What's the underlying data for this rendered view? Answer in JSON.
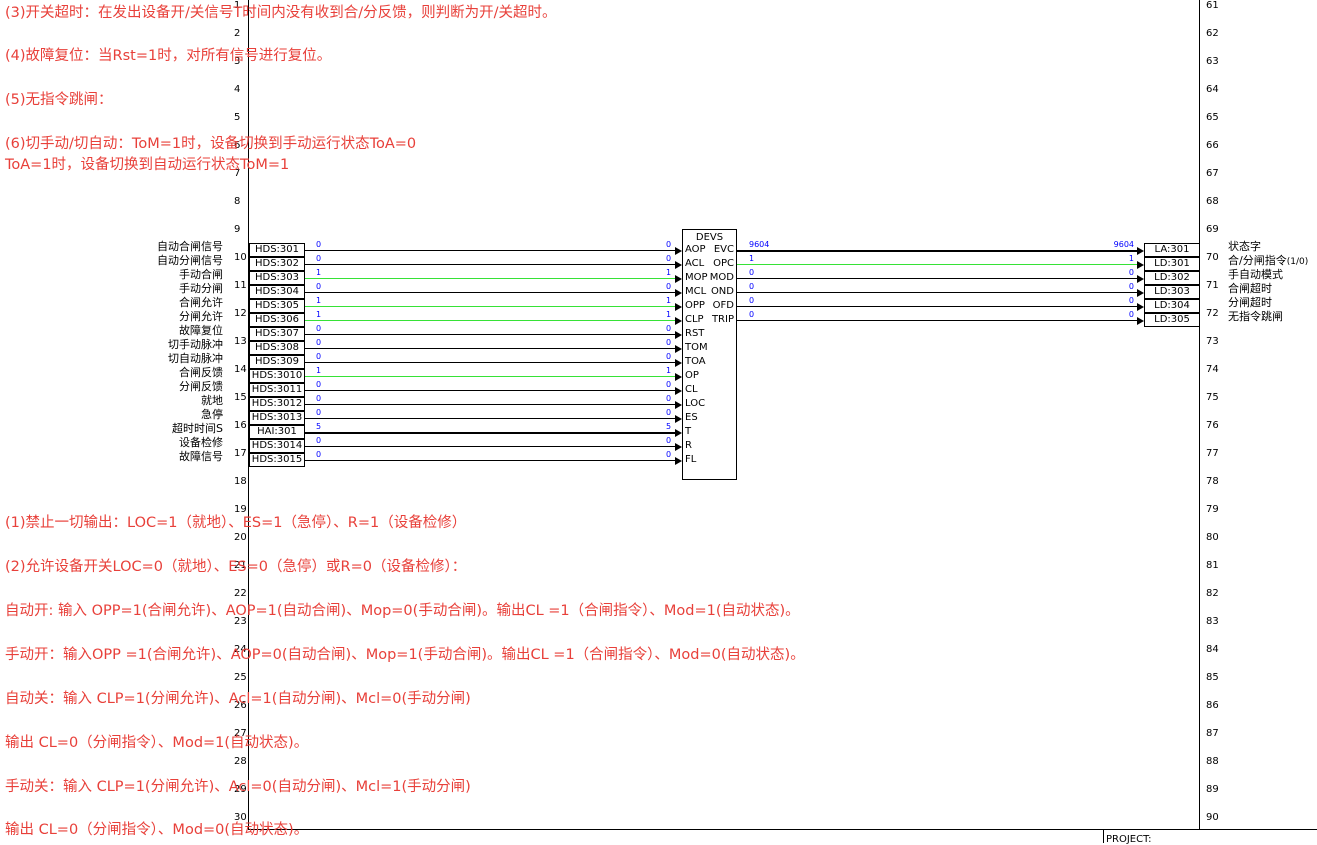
{
  "notes_top": [
    "(3)开关超时：在发出设备开/关信号T时间内没有收到合/分反馈，则判断为开/关超时。",
    "(4)故障复位：当Rst=1时，对所有信号进行复位。",
    "(5)无指令跳闸：",
    "(6)切手动/切自动：ToM=1时，设备切换到手动运行状态ToA=0",
    "ToA=1时，设备切换到自动运行状态ToM=1"
  ],
  "notes_bottom": [
    "(1)禁止一切输出：LOC=1（就地）、ES=1（急停）、R=1（设备检修）",
    "(2)允许设备开关LOC=0（就地）、ES=0（急停）或R=0（设备检修）：",
    "自动开: 输入 OPP=1(合闸允许)、AOP=1(自动合闸)、Mop=0(手动合闸)。输出CL =1（合闸指令）、Mod=1(自动状态)。",
    "手动开：输入OPP =1(合闸允许)、AOP=0(自动合闸)、Mop=1(手动合闸)。输出CL =1（合闸指令）、Mod=0(自动状态)。",
    "自动关：输入 CLP=1(分闸允许)、Acl=1(自动分闸)、Mcl=0(手动分闸)",
    "输出 CL=0（分闸指令）、Mod=1(自动状态)。",
    "手动关：输入 CLP=1(分闸允许)、Acl=0(自动分闸)、Mcl=1(手动分闸)",
    "输出 CL=0（分闸指令）、Mod=0(自动状态)。"
  ],
  "left_row_numbers": [
    "1",
    "2",
    "3",
    "4",
    "5",
    "6",
    "7",
    "8",
    "9",
    "10",
    "11",
    "12",
    "13",
    "14",
    "15",
    "16",
    "17",
    "18",
    "19",
    "20",
    "21",
    "22",
    "23",
    "24",
    "25",
    "26",
    "27",
    "28",
    "29",
    "30"
  ],
  "right_row_numbers": [
    "61",
    "62",
    "63",
    "64",
    "65",
    "66",
    "67",
    "68",
    "69",
    "70",
    "71",
    "72",
    "73",
    "74",
    "75",
    "76",
    "77",
    "78",
    "79",
    "80",
    "81",
    "82",
    "83",
    "84",
    "85",
    "86",
    "87",
    "88",
    "89",
    "90"
  ],
  "block": {
    "title": "DEVS",
    "inputs": [
      {
        "label": "自动合闸信号",
        "tag": "HDS:301",
        "pin": "AOP",
        "value": "0",
        "green": false,
        "thick": false
      },
      {
        "label": "自动分闸信号",
        "tag": "HDS:302",
        "pin": "ACL",
        "value": "0",
        "green": false,
        "thick": false
      },
      {
        "label": "手动合闸",
        "tag": "HDS:303",
        "pin": "MOP",
        "value": "1",
        "green": true,
        "thick": false
      },
      {
        "label": "手动分闸",
        "tag": "HDS:304",
        "pin": "MCL",
        "value": "0",
        "green": false,
        "thick": false
      },
      {
        "label": "合闸允许",
        "tag": "HDS:305",
        "pin": "OPP",
        "value": "1",
        "green": true,
        "thick": false
      },
      {
        "label": "分闸允许",
        "tag": "HDS:306",
        "pin": "CLP",
        "value": "1",
        "green": true,
        "thick": false
      },
      {
        "label": "故障复位",
        "tag": "HDS:307",
        "pin": "RST",
        "value": "0",
        "green": false,
        "thick": false
      },
      {
        "label": "切手动脉冲",
        "tag": "HDS:308",
        "pin": "TOM",
        "value": "0",
        "green": false,
        "thick": false
      },
      {
        "label": "切自动脉冲",
        "tag": "HDS:309",
        "pin": "TOA",
        "value": "0",
        "green": false,
        "thick": false
      },
      {
        "label": "合闸反馈",
        "tag": "HDS:3010",
        "pin": "OP",
        "value": "1",
        "green": true,
        "thick": false
      },
      {
        "label": "分闸反馈",
        "tag": "HDS:3011",
        "pin": "CL",
        "value": "0",
        "green": false,
        "thick": false
      },
      {
        "label": "就地",
        "tag": "HDS:3012",
        "pin": "LOC",
        "value": "0",
        "green": false,
        "thick": false
      },
      {
        "label": "急停",
        "tag": "HDS:3013",
        "pin": "ES",
        "value": "0",
        "green": false,
        "thick": false
      },
      {
        "label": "超时时间S",
        "tag": "HAI:301",
        "pin": "T",
        "value": "5",
        "green": false,
        "thick": true
      },
      {
        "label": "设备检修",
        "tag": "HDS:3014",
        "pin": "R",
        "value": "0",
        "green": false,
        "thick": false
      },
      {
        "label": "故障信号",
        "tag": "HDS:3015",
        "pin": "FL",
        "value": "0",
        "green": false,
        "thick": false
      }
    ],
    "outputs": [
      {
        "pin": "EVC",
        "value_left": "9604",
        "value_right": "9604",
        "tag": "LA:301",
        "label": "状态字",
        "label_small": "",
        "green": false,
        "thick": true
      },
      {
        "pin": "OPC",
        "value_left": "1",
        "value_right": "1",
        "tag": "LD:301",
        "label": "合/分闸指令",
        "label_small": "(1/0)",
        "green": true,
        "thick": false
      },
      {
        "pin": "MOD",
        "value_left": "0",
        "value_right": "0",
        "tag": "LD:302",
        "label": "手自动模式",
        "label_small": "",
        "green": false,
        "thick": false
      },
      {
        "pin": "OND",
        "value_left": "0",
        "value_right": "0",
        "tag": "LD:303",
        "label": "合闸超时",
        "label_small": "",
        "green": false,
        "thick": false
      },
      {
        "pin": "OFD",
        "value_left": "0",
        "value_right": "0",
        "tag": "LD:304",
        "label": "分闸超时",
        "label_small": "",
        "green": false,
        "thick": false
      },
      {
        "pin": "TRIP",
        "value_left": "0",
        "value_right": "0",
        "tag": "LD:305",
        "label": "无指令跳闸",
        "label_small": "",
        "green": false,
        "thick": false
      }
    ]
  },
  "footer": {
    "project_label": "PROJECT:"
  }
}
